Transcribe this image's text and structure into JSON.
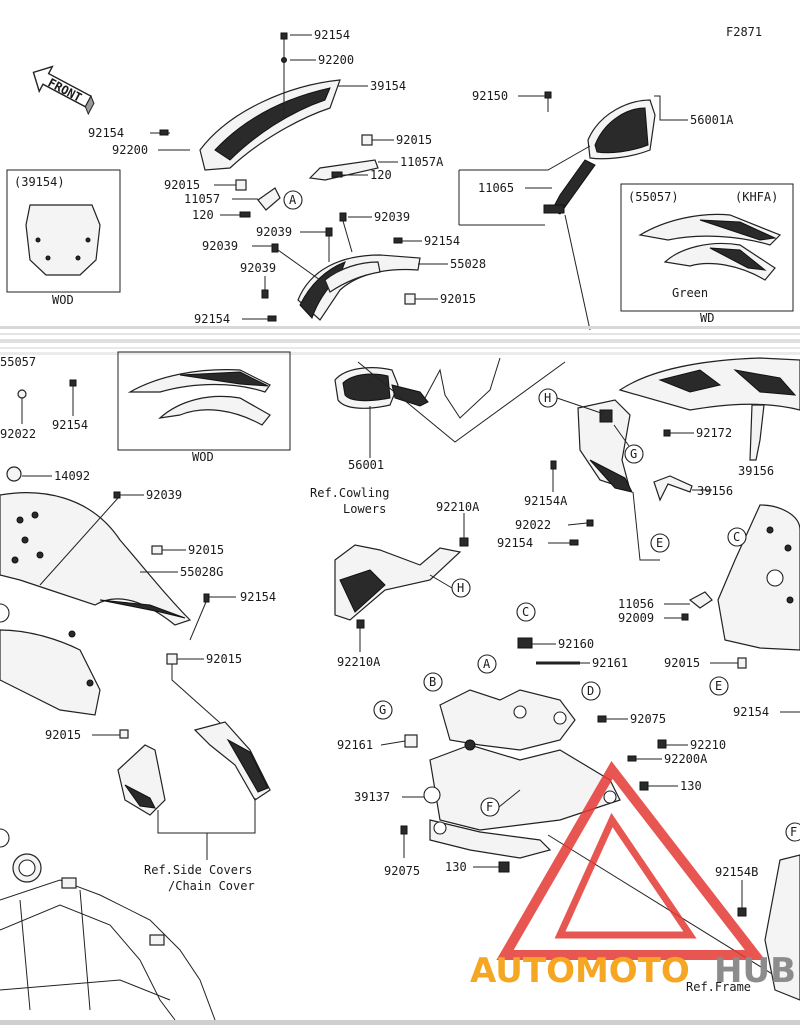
{
  "diagram_code": "F2871",
  "front_label": "FRONT",
  "callouts": {
    "c_92154_top": "92154",
    "c_92200_top": "92200",
    "c_39154": "39154",
    "c_92154_left": "92154",
    "c_92200_left": "92200",
    "c_92015_a": "92015",
    "c_11057A": "11057A",
    "c_120_a": "120",
    "c_92015_b": "92015",
    "c_11057": "11057",
    "c_120_b": "120",
    "c_92039_a": "92039",
    "c_92039_b": "92039",
    "c_92154_c": "92154",
    "c_92039_c": "92039",
    "c_55028": "55028",
    "c_92039_d": "92039",
    "c_92015_c": "92015",
    "c_92154_d": "92154",
    "c_92150": "92150",
    "c_56001A": "56001A",
    "c_11065": "11065",
    "c_55057_left": "55057",
    "c_92022_left": "92022",
    "c_92154_e": "92154",
    "c_56001": "56001",
    "c_92172": "92172",
    "c_39156_a": "39156",
    "c_39156_b": "39156",
    "c_92154A": "92154A",
    "c_92022": "92022",
    "c_92154_f": "92154",
    "c_14092": "14092",
    "c_92039_e": "92039",
    "c_92015_d": "92015",
    "c_55028G": "55028G",
    "c_92154_g": "92154",
    "c_92015_e": "92015",
    "c_92015_f": "92015",
    "c_92210A_a": "92210A",
    "c_92210A_b": "92210A",
    "c_92160": "92160",
    "c_92161_a": "92161",
    "c_92161_b": "92161",
    "c_92075_a": "92075",
    "c_92210": "92210",
    "c_92200A": "92200A",
    "c_130_a": "130",
    "c_39137": "39137",
    "c_92075_b": "92075",
    "c_130_b": "130",
    "c_11056": "11056",
    "c_92009": "92009",
    "c_92015_g": "92015",
    "c_92154_h": "92154",
    "c_92154B": "92154B"
  },
  "boxes": {
    "wod_screen_ref": "(39154)",
    "wod_screen_tag": "WOD",
    "wd_ref": "(55057)",
    "wd_model": "(KHFA)",
    "wd_color": "Green",
    "wd_tag": "WD",
    "wod_cowl_tag": "WOD"
  },
  "refs": {
    "cowling_line1": "Ref.Cowling",
    "cowling_line2": "Lowers",
    "side_line1": "Ref.Side Covers",
    "side_line2": "/Chain Cover",
    "frame": "Ref.Frame"
  },
  "markers": [
    "A",
    "A",
    "B",
    "C",
    "C",
    "D",
    "E",
    "E",
    "F",
    "G",
    "G",
    "H",
    "H"
  ],
  "watermark": {
    "part1": "AUTOMOTO",
    "part2": "HUB",
    "color_orange": "#f5a623",
    "color_gray": "#8c8c8c",
    "color_red": "#e53935"
  }
}
